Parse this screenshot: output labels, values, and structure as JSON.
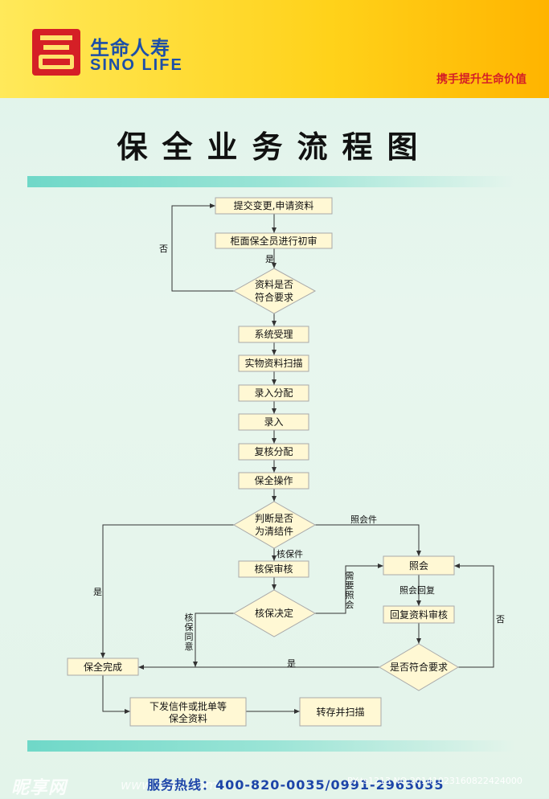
{
  "header": {
    "brand_cn": "生命人寿",
    "brand_en": "SINO LIFE",
    "slogan": "携手提升生命价值",
    "colors": {
      "brand_blue": "#1c4fa8",
      "brand_red": "#d51f26",
      "header_yellow": "#ffd21a"
    }
  },
  "title": "保全业务流程图",
  "flow": {
    "nodes": {
      "submit": "提交变更,申请资料",
      "review": "柜面保全员进行初审",
      "check1_a": "资料是否",
      "check1_b": "符合要求",
      "accept": "系统受理",
      "scan": "实物资料扫描",
      "assign_entry": "录入分配",
      "entry": "录入",
      "assign_recheck": "复核分配",
      "operate": "保全操作",
      "judge_a": "判断是否",
      "judge_b": "为清结件",
      "uw_review": "核保审核",
      "uw_decision": "核保决定",
      "notice": "照会",
      "reply_review": "回复资料审核",
      "check2": "是否符合要求",
      "complete": "保全完成",
      "issue_a": "下发信件或批单等",
      "issue_b": "保全资料",
      "archive": "转存并扫描"
    },
    "labels": {
      "no1": "否",
      "yes1": "是",
      "notice_case": "照会件",
      "uw_case": "核保件",
      "yes_left": "是",
      "need_notice": "需要照会",
      "uw_agree": "核保同意",
      "notice_reply": "照会回复",
      "no2": "否",
      "yes2": "是"
    }
  },
  "footer": {
    "hotline": "服务热线：400-820-0035/0991-2963035",
    "watermark_site": "昵享网",
    "watermark_url": "www.nipic.com",
    "watermark_id": "BY:ts1213 NO:20141023160822424000"
  }
}
